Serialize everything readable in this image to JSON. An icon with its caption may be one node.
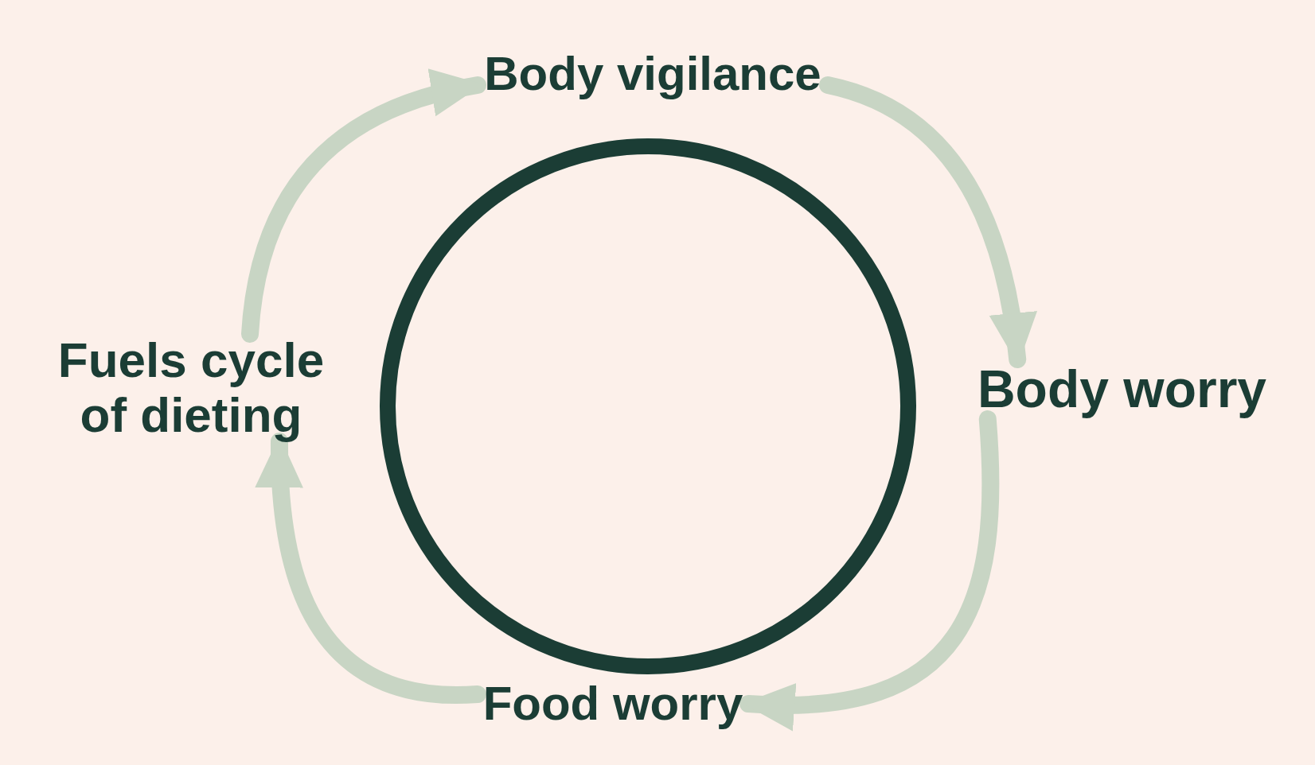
{
  "diagram": {
    "nodes": [
      {
        "text": [
          "Body vigilance"
        ]
      },
      {
        "text": [
          "Fuels cycle of dieting"
        ]
      },
      {
        "text": [
          "Body worry"
        ]
      },
      {
        "text": [
          "Food worry"
        ]
      },
      {
        "text": [],
        "shape": "circle"
      }
    ],
    "edges": [
      {
        "from": 0,
        "to": 2,
        "arrow": "to"
      },
      {
        "from": 2,
        "to": 3,
        "arrow": "to"
      },
      {
        "from": 3,
        "to": 1,
        "arrow": "to"
      },
      {
        "from": 1,
        "to": 0,
        "arrow": "to"
      }
    ]
  }
}
